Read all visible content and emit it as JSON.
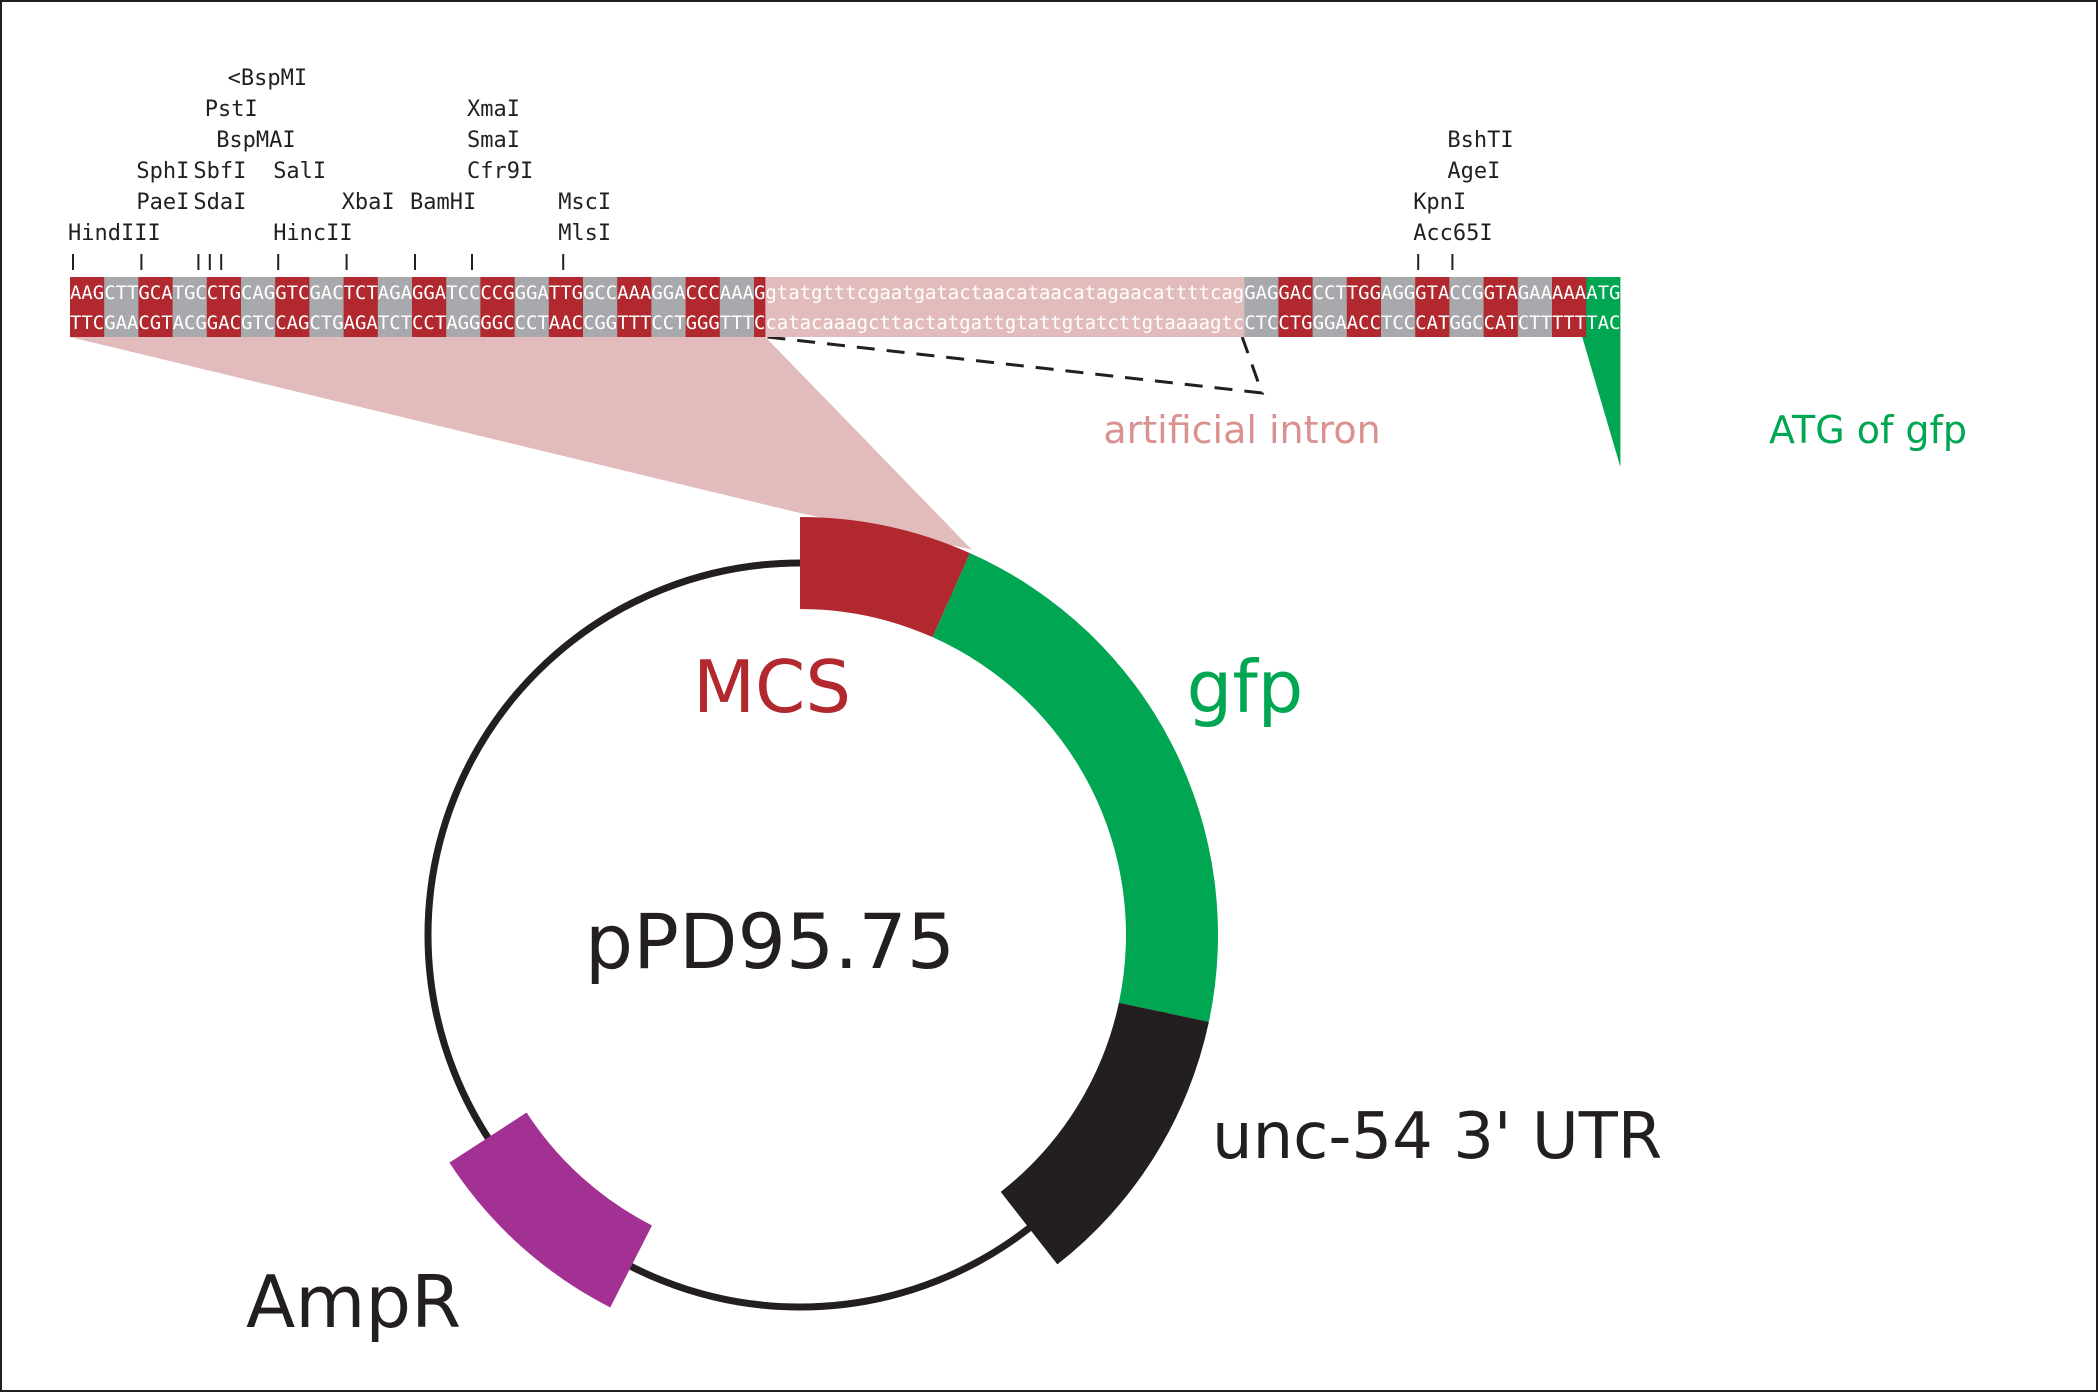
{
  "plasmid_name": "pPD95.75",
  "colors": {
    "mcs": "#b1282e",
    "gfp": "#00a651",
    "utr": "#231f20",
    "ampr": "#a33194",
    "intron": "#e2bcbc",
    "intron_text": "#d9928f",
    "grey_block": "#a7a9ac",
    "backbone": "#231f20"
  },
  "features": [
    {
      "key": "mcs",
      "name": "MCS",
      "start_deg": 0,
      "end_deg": 24
    },
    {
      "key": "gfp",
      "name": "gfp",
      "start_deg": 24,
      "end_deg": 102
    },
    {
      "key": "utr",
      "name": "unc-54 3' UTR",
      "start_deg": 102,
      "end_deg": 142
    },
    {
      "key": "ampr",
      "name": "AmpR",
      "start_deg": 207,
      "end_deg": 237
    }
  ],
  "sequence": {
    "top": "AAGCTTGCATGCCTGCAGGTCGACTCTAGAGGATCCCCGGGATTGGCCAAAGGACCCAAAG",
    "bottom": "TTCGAACGTACGGACGTCCAGCTGAGATCTCCTAGGGGCCCTAACCGGTTTCCTGGGTTTC",
    "intron_top": "gtatgtttcgaatgatactaacataacatagaacattttcag",
    "intron_bottom": "catacaaagcttactatgattgtattgtatcttgtaaaagtc",
    "after_top": "GAGGACCCTTGGAGGGTACCGGTAGAAAAA",
    "after_bottom": "CTCCTGGGAACCTCCCATGGCCATCTTTTT",
    "atg_top": "ATG",
    "atg_bottom": "TAC"
  },
  "sites": [
    {
      "pos": 0,
      "names": [
        "HindIII"
      ]
    },
    {
      "pos": 6,
      "names": [
        "SphI",
        "PaeI"
      ]
    },
    {
      "pos": 10,
      "names": [
        ""
      ]
    },
    {
      "pos": 11,
      "names": [
        "SbfI",
        "SdaI"
      ]
    },
    {
      "pos": 13,
      "names": [
        "PstI",
        "BspMAI"
      ]
    },
    {
      "pos": 14,
      "names": [
        "<BspMI"
      ]
    },
    {
      "pos": 16,
      "names": [
        "SalI",
        "HincII"
      ]
    },
    {
      "pos": 22,
      "names": [
        "XbaI"
      ]
    },
    {
      "pos": 28,
      "names": [
        "BamHI"
      ]
    },
    {
      "pos": 33,
      "names": [
        "XmaI",
        "SmaI",
        "Cfr9I"
      ]
    },
    {
      "pos": 39,
      "names": [
        "MscI",
        "MlsI"
      ]
    },
    {
      "pos": 118,
      "names": [
        "KpnI",
        "Acc65I"
      ]
    },
    {
      "pos": 121,
      "names": [
        "BshTI",
        "AgeI"
      ]
    }
  ],
  "site_label_rows": [
    {
      "x_pos": 0.5,
      "row": 0,
      "text": "HindIII"
    },
    {
      "x_pos": 6.5,
      "row": 1,
      "text": "PaeI"
    },
    {
      "x_pos": 6.5,
      "row": 2,
      "text": "SphI"
    },
    {
      "x_pos": 11.5,
      "row": 1,
      "text": "SdaI"
    },
    {
      "x_pos": 11.5,
      "row": 2,
      "text": "SbfI"
    },
    {
      "x_pos": 13.5,
      "row": 3,
      "text": "BspMAI"
    },
    {
      "x_pos": 12.5,
      "row": 4,
      "text": "PstI"
    },
    {
      "x_pos": 14.5,
      "row": 5,
      "text": "<BspMI"
    },
    {
      "x_pos": 18.5,
      "row": 0,
      "text": "HincII"
    },
    {
      "x_pos": 18.5,
      "row": 2,
      "text": "SalI"
    },
    {
      "x_pos": 24.5,
      "row": 1,
      "text": "XbaI"
    },
    {
      "x_pos": 30.5,
      "row": 1,
      "text": "BamHI"
    },
    {
      "x_pos": 35.5,
      "row": 2,
      "text": "Cfr9I"
    },
    {
      "x_pos": 35.5,
      "row": 3,
      "text": "SmaI"
    },
    {
      "x_pos": 35.5,
      "row": 4,
      "text": "XmaI"
    },
    {
      "x_pos": 43.5,
      "row": 0,
      "text": "MlsI"
    },
    {
      "x_pos": 43.5,
      "row": 1,
      "text": "MscI"
    },
    {
      "x_pos": 118.5,
      "row": 0,
      "text": "Acc65I"
    },
    {
      "x_pos": 118.5,
      "row": 1,
      "text": "KpnI"
    },
    {
      "x_pos": 121.5,
      "row": 2,
      "text": "AgeI"
    },
    {
      "x_pos": 121.5,
      "row": 3,
      "text": "BshTI"
    }
  ],
  "tick_positions": [
    0.5,
    6.5,
    11.5,
    12.5,
    13.5,
    18.5,
    24.5,
    30.5,
    35.5,
    43.5,
    118.5,
    121.5
  ],
  "labels": {
    "intron": "artificial intron",
    "atg": "ATG of gfp"
  }
}
